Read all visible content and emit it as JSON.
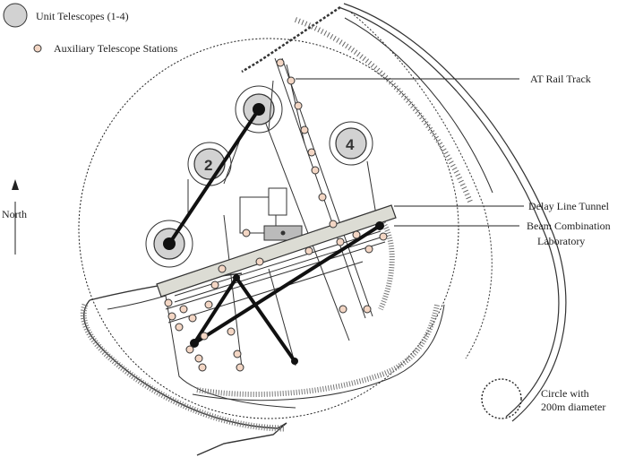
{
  "legend": {
    "unit_telescopes": "Unit Telescopes (1-4)",
    "auxiliary_stations": "Auxiliary Telescope Stations"
  },
  "labels": {
    "at_rail_track": "AT Rail Track",
    "delay_line_tunnel": "Delay Line Tunnel",
    "beam_combination_1": "Beam Combination",
    "beam_combination_2": "Laboratory",
    "north": "North",
    "circle_1": "Circle with",
    "circle_2": "200m diameter"
  },
  "telescopes": {
    "ut2": "2",
    "ut4": "4"
  },
  "colors": {
    "ink": "#222222",
    "telescope_fill": "#d2d2d2",
    "station_fill": "#f3d6c4",
    "tunnel_fill": "#dcdcd4"
  }
}
